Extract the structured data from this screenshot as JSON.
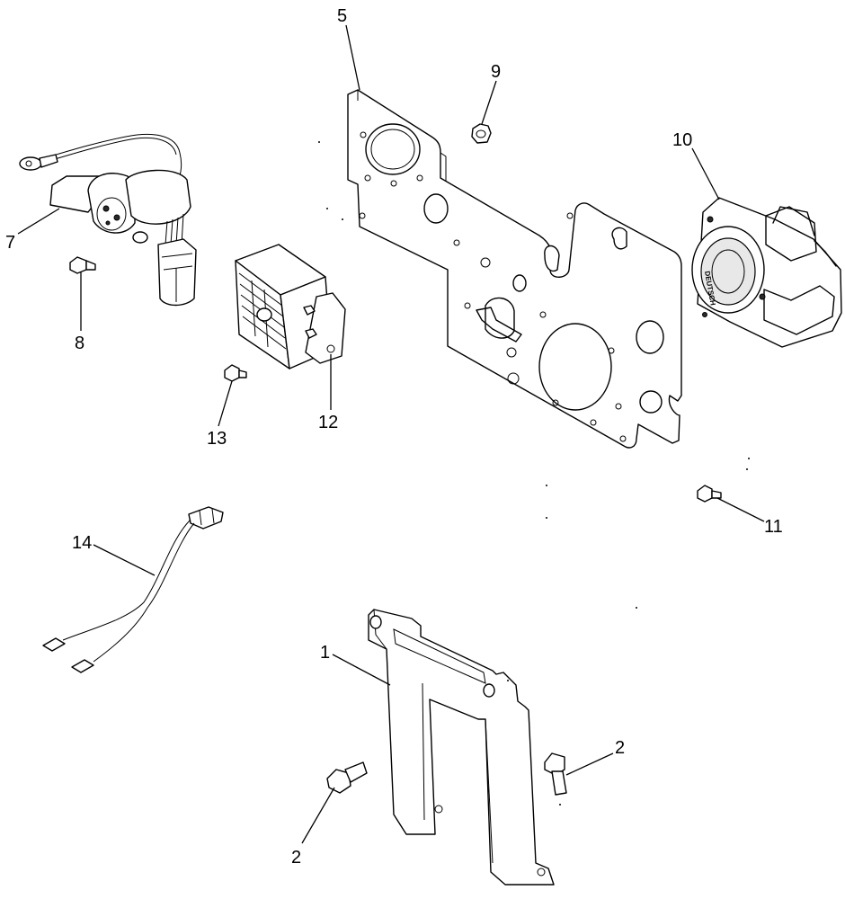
{
  "callouts": {
    "c1": "1",
    "c2a": "2",
    "c2b": "2",
    "c5": "5",
    "c7": "7",
    "c8": "8",
    "c9": "9",
    "c10": "10",
    "c11": "11",
    "c12": "12",
    "c13": "13",
    "c14": "14"
  },
  "connector_brand": "DEUTSCH"
}
